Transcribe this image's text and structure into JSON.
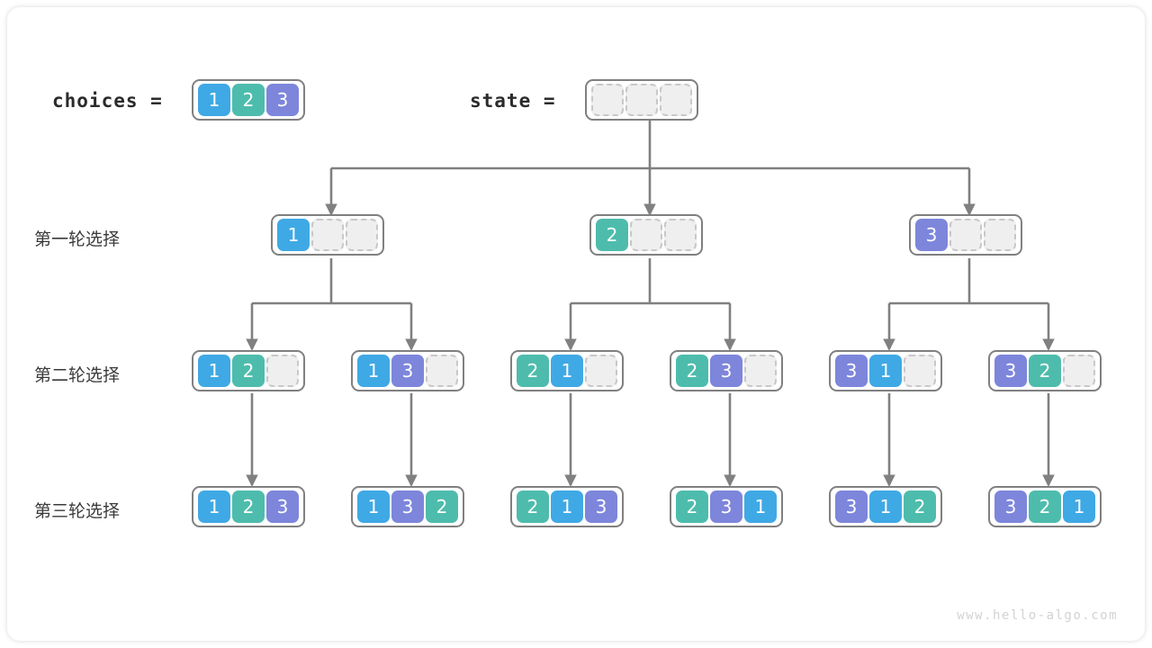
{
  "meta": {
    "watermark": "www.hello-algo.com"
  },
  "colors": {
    "value_1": "#3FA9E5",
    "value_2": "#4EBCAC",
    "value_3": "#7D86DB",
    "empty_fill": "#efefef",
    "empty_border": "#c8c8c8",
    "array_border": "#808080",
    "edge": "#808080",
    "text": "#2b2b2b"
  },
  "header": {
    "choices_label": "choices  =",
    "choices_values": [
      "1",
      "2",
      "3"
    ],
    "state_label": "state  =",
    "state_values": [
      "",
      "",
      ""
    ]
  },
  "rows": [
    {
      "label": "第一轮选择",
      "states": [
        [
          "1",
          "",
          ""
        ],
        [
          "2",
          "",
          ""
        ],
        [
          "3",
          "",
          ""
        ]
      ]
    },
    {
      "label": "第二轮选择",
      "states": [
        [
          "1",
          "2",
          ""
        ],
        [
          "1",
          "3",
          ""
        ],
        [
          "2",
          "1",
          ""
        ],
        [
          "2",
          "3",
          ""
        ],
        [
          "3",
          "1",
          ""
        ],
        [
          "3",
          "2",
          ""
        ]
      ]
    },
    {
      "label": "第三轮选择",
      "states": [
        [
          "1",
          "2",
          "3"
        ],
        [
          "1",
          "3",
          "2"
        ],
        [
          "2",
          "1",
          "3"
        ],
        [
          "2",
          "3",
          "1"
        ],
        [
          "3",
          "1",
          "2"
        ],
        [
          "3",
          "2",
          "1"
        ]
      ]
    }
  ]
}
